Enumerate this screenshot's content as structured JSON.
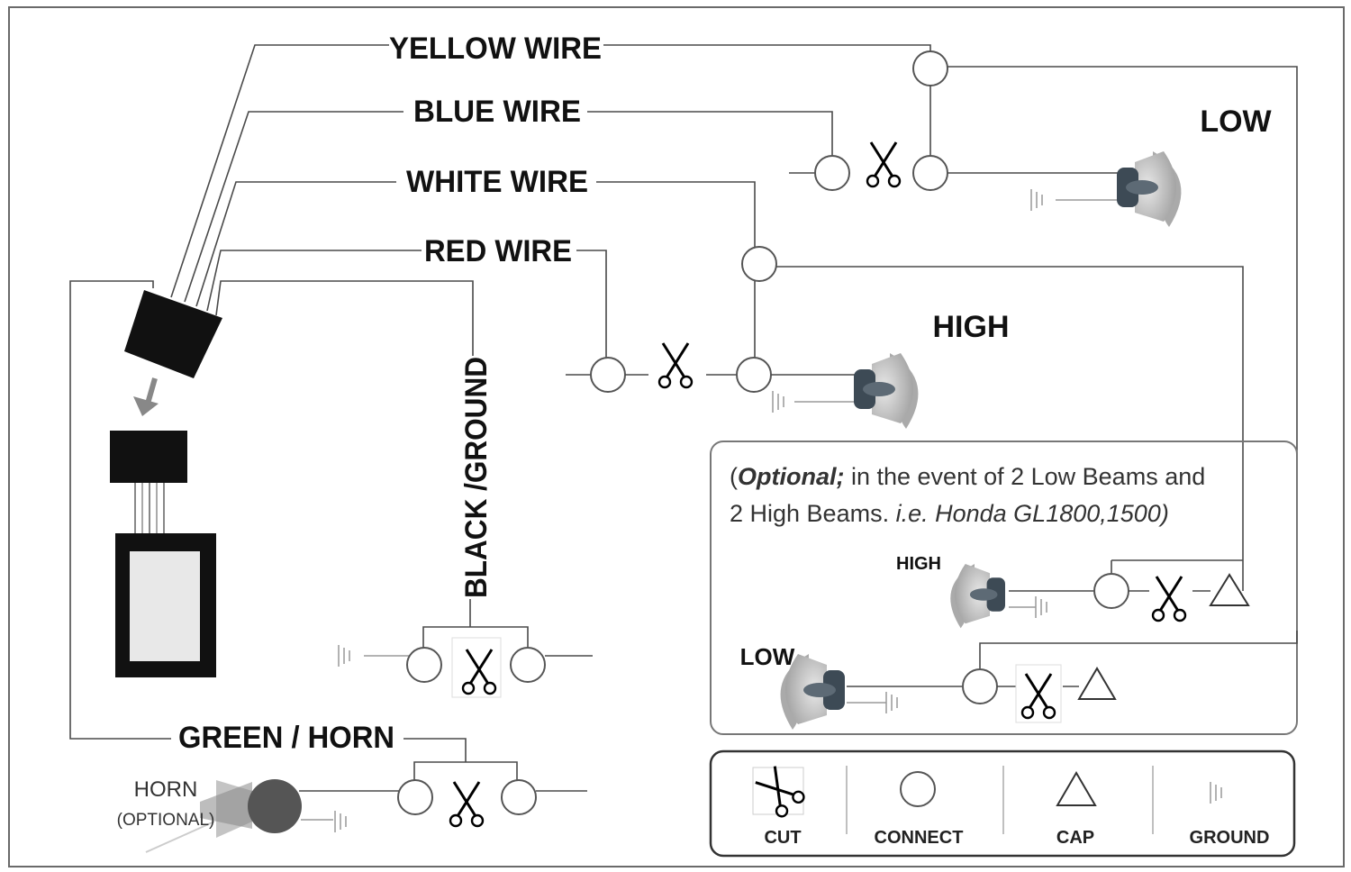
{
  "wires": {
    "yellow": "YELLOW WIRE",
    "blue": "BLUE WIRE",
    "white": "WHITE WIRE",
    "red": "RED WIRE",
    "black_ground": "BLACK /GROUND",
    "green_horn": "GREEN / HORN"
  },
  "lamps": {
    "low": "LOW",
    "high": "HIGH"
  },
  "horn": {
    "label": "HORN",
    "sub": "(OPTIONAL)"
  },
  "optional_box": {
    "note_bold": "Optional;",
    "note_rest1": " in the event of 2 Low Beams and",
    "note_line2_plain": "2 High Beams. ",
    "note_line2_italic": "i.e. Honda GL1800,1500)",
    "open_paren": "(",
    "high": "HIGH",
    "low": "LOW"
  },
  "legend": {
    "cut": "CUT",
    "connect": "CONNECT",
    "cap": "CAP",
    "ground": "GROUND"
  },
  "colors": {
    "line": "#3a3a3a",
    "module": "#111111",
    "lamp_dark": "#3d4a55",
    "lamp_light": "#c8c8c8"
  }
}
